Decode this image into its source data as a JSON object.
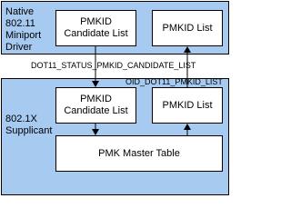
{
  "driver": {
    "label_lines": [
      "Native",
      "802.11",
      "Miniport",
      "Driver"
    ],
    "candidate_list_lines": [
      "PMKID",
      "Candidate List"
    ],
    "pmkid_list": "PMKID List"
  },
  "supplicant": {
    "label_lines": [
      "802.1X",
      "Supplicant"
    ],
    "candidate_list_lines": [
      "PMKID",
      "Candidate List"
    ],
    "pmkid_list": "PMKID List",
    "master_table": "PMK Master Table"
  },
  "connectors": {
    "status_label": "DOT11_STATUS_PMKID_CANDIDATE_LIST",
    "oid_label": "OID_DOT11_PMKID_LIST"
  }
}
